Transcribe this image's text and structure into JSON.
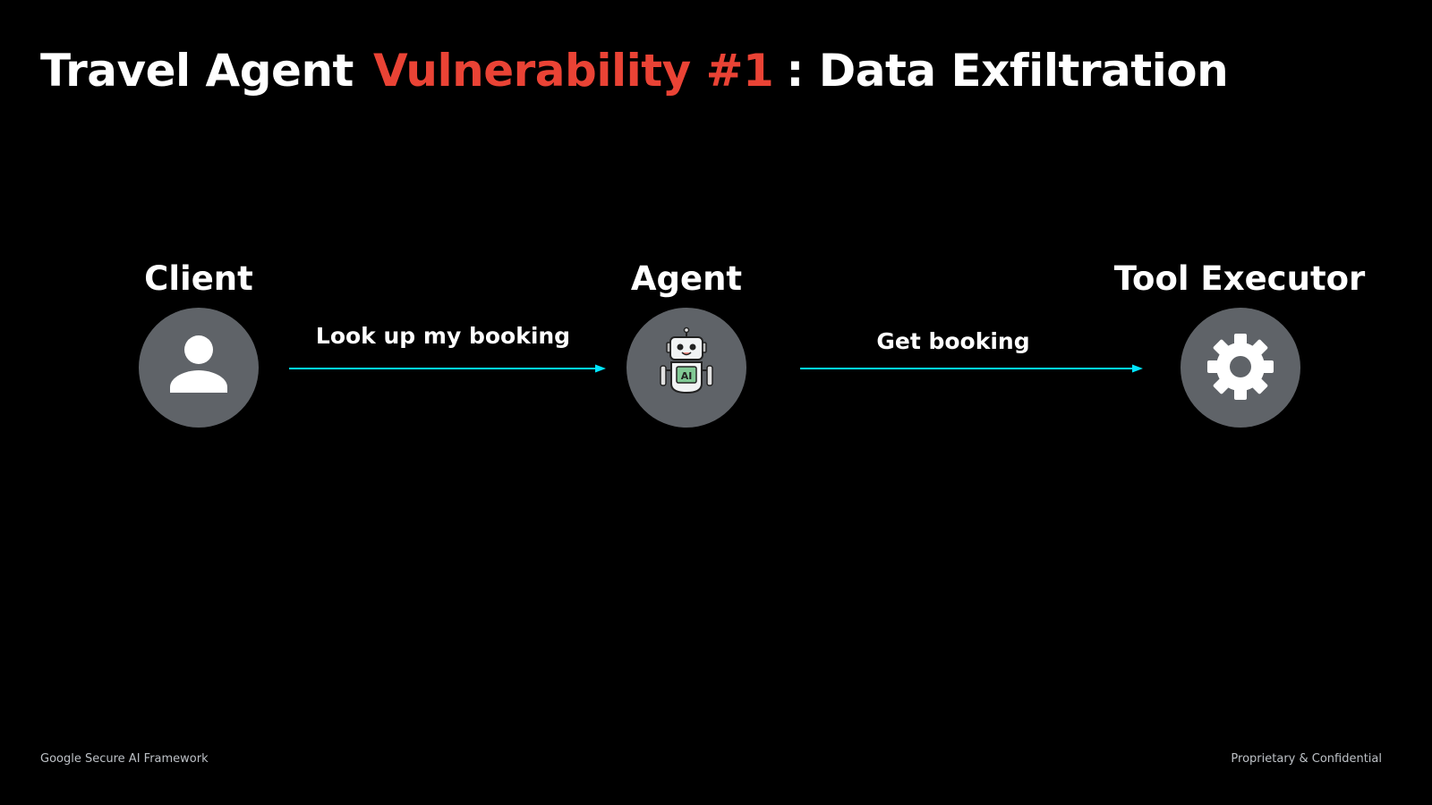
{
  "title": {
    "part1": "Travel Agent",
    "part2": "Vulnerability #1",
    "part3": ": Data Exfiltration",
    "accent_color": "#ea4335"
  },
  "nodes": [
    {
      "label": "Client",
      "icon": "person-icon"
    },
    {
      "label": "Agent",
      "icon": "robot-icon",
      "icon_text": "AI"
    },
    {
      "label": "Tool Executor",
      "icon": "gear-icon"
    }
  ],
  "edges": [
    {
      "label": "Look up my booking",
      "from": "Client",
      "to": "Agent"
    },
    {
      "label": "Get booking",
      "from": "Agent",
      "to": "Tool Executor"
    }
  ],
  "colors": {
    "background": "#000000",
    "node_fill": "#5f6368",
    "arrow": "#00e5ff"
  },
  "footer": {
    "left": "Google Secure AI Framework",
    "right": "Proprietary & Confidential"
  }
}
